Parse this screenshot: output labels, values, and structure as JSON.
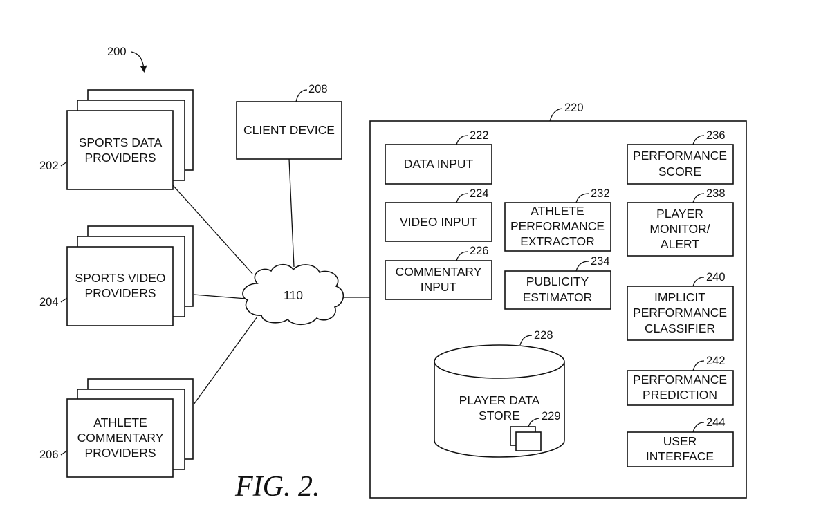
{
  "figure_ref": "200",
  "figure_caption": "FIG. 2.",
  "network": {
    "ref": "110"
  },
  "providers": [
    {
      "id": "sports-data-providers",
      "ref": "202",
      "lines": [
        "SPORTS DATA",
        "PROVIDERS"
      ]
    },
    {
      "id": "sports-video-providers",
      "ref": "204",
      "lines": [
        "SPORTS VIDEO",
        "PROVIDERS"
      ]
    },
    {
      "id": "athlete-commentary-providers",
      "ref": "206",
      "lines": [
        "ATHLETE",
        "COMMENTARY",
        "PROVIDERS"
      ]
    }
  ],
  "client_device": {
    "ref": "208",
    "lines": [
      "CLIENT DEVICE"
    ]
  },
  "system": {
    "ref": "220"
  },
  "modules": [
    {
      "id": "data-input",
      "ref": "222",
      "lines": [
        "DATA INPUT"
      ]
    },
    {
      "id": "video-input",
      "ref": "224",
      "lines": [
        "VIDEO INPUT"
      ]
    },
    {
      "id": "commentary-input",
      "ref": "226",
      "lines": [
        "COMMENTARY",
        "INPUT"
      ]
    },
    {
      "id": "athlete-performance-extractor",
      "ref": "232",
      "lines": [
        "ATHLETE",
        "PERFORMANCE",
        "EXTRACTOR"
      ]
    },
    {
      "id": "publicity-estimator",
      "ref": "234",
      "lines": [
        "PUBLICITY",
        "ESTIMATOR"
      ]
    },
    {
      "id": "performance-score",
      "ref": "236",
      "lines": [
        "PERFORMANCE",
        "SCORE"
      ]
    },
    {
      "id": "player-monitor-alert",
      "ref": "238",
      "lines": [
        "PLAYER",
        "MONITOR/",
        "ALERT"
      ]
    },
    {
      "id": "implicit-performance-classifier",
      "ref": "240",
      "lines": [
        "IMPLICIT",
        "PERFORMANCE",
        "CLASSIFIER"
      ]
    },
    {
      "id": "performance-prediction",
      "ref": "242",
      "lines": [
        "PERFORMANCE",
        "PREDICTION"
      ]
    },
    {
      "id": "user-interface",
      "ref": "244",
      "lines": [
        "USER",
        "INTERFACE"
      ]
    }
  ],
  "data_store": {
    "ref": "228",
    "lines": [
      "PLAYER DATA",
      "STORE"
    ],
    "records_ref": "229"
  }
}
